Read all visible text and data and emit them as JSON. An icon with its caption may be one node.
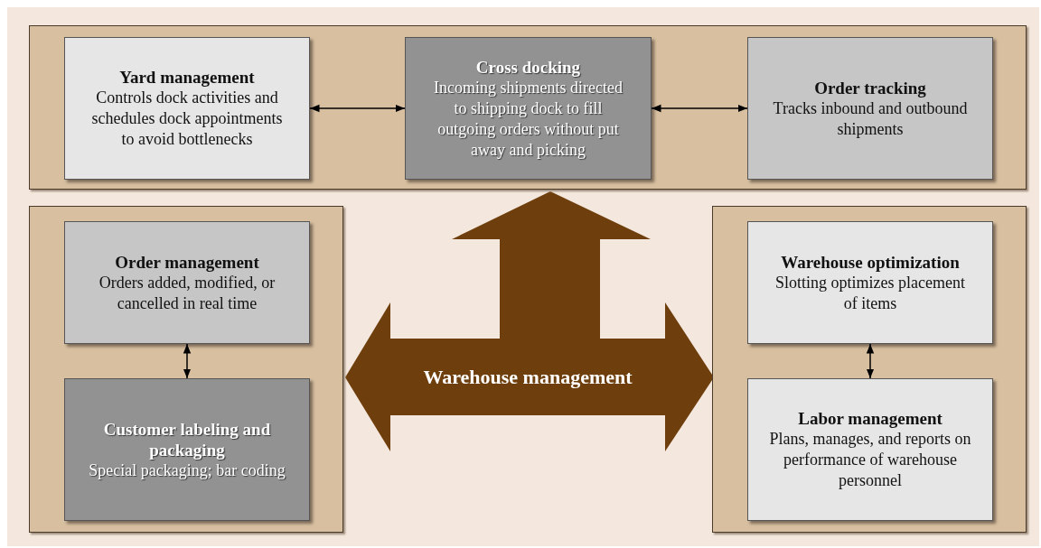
{
  "diagram": {
    "nodes": [
      {
        "text": [],
        "shape": "box"
      },
      {
        "text": [
          "Yard management",
          "Controls dock activities and schedules dock appointments to avoid bottlenecks"
        ],
        "in": 0
      },
      {
        "text": [
          "Cross docking",
          "Incoming shipments directed to shipping dock to fill outgoing orders without put away and picking"
        ],
        "in": 0
      },
      {
        "text": [
          "Order tracking",
          "Tracks inbound and outbound shipments"
        ],
        "in": 0
      },
      {
        "text": [],
        "shape": "box"
      },
      {
        "text": [
          "Order management",
          "Orders added, modified, or cancelled in real time"
        ],
        "in": 4
      },
      {
        "text": [
          "Customer labeling and packaging",
          "Special packaging; bar coding"
        ],
        "in": 4
      },
      {
        "text": [],
        "shape": "box"
      },
      {
        "text": [
          "Warehouse optimization",
          "Slotting optimizes placement of items"
        ],
        "in": 7
      },
      {
        "text": [
          "Labor management",
          "Plans, manages, and reports on performance of warehouse personnel"
        ],
        "in": 7
      },
      {
        "text": [
          "Warehouse management"
        ]
      }
    ],
    "edges": [
      {
        "from": 1,
        "to": 2,
        "arrow": "both"
      },
      {
        "from": 2,
        "to": 3,
        "arrow": "both"
      },
      {
        "from": 5,
        "to": 6,
        "arrow": "both"
      },
      {
        "from": 8,
        "to": 9,
        "arrow": "both"
      }
    ]
  }
}
